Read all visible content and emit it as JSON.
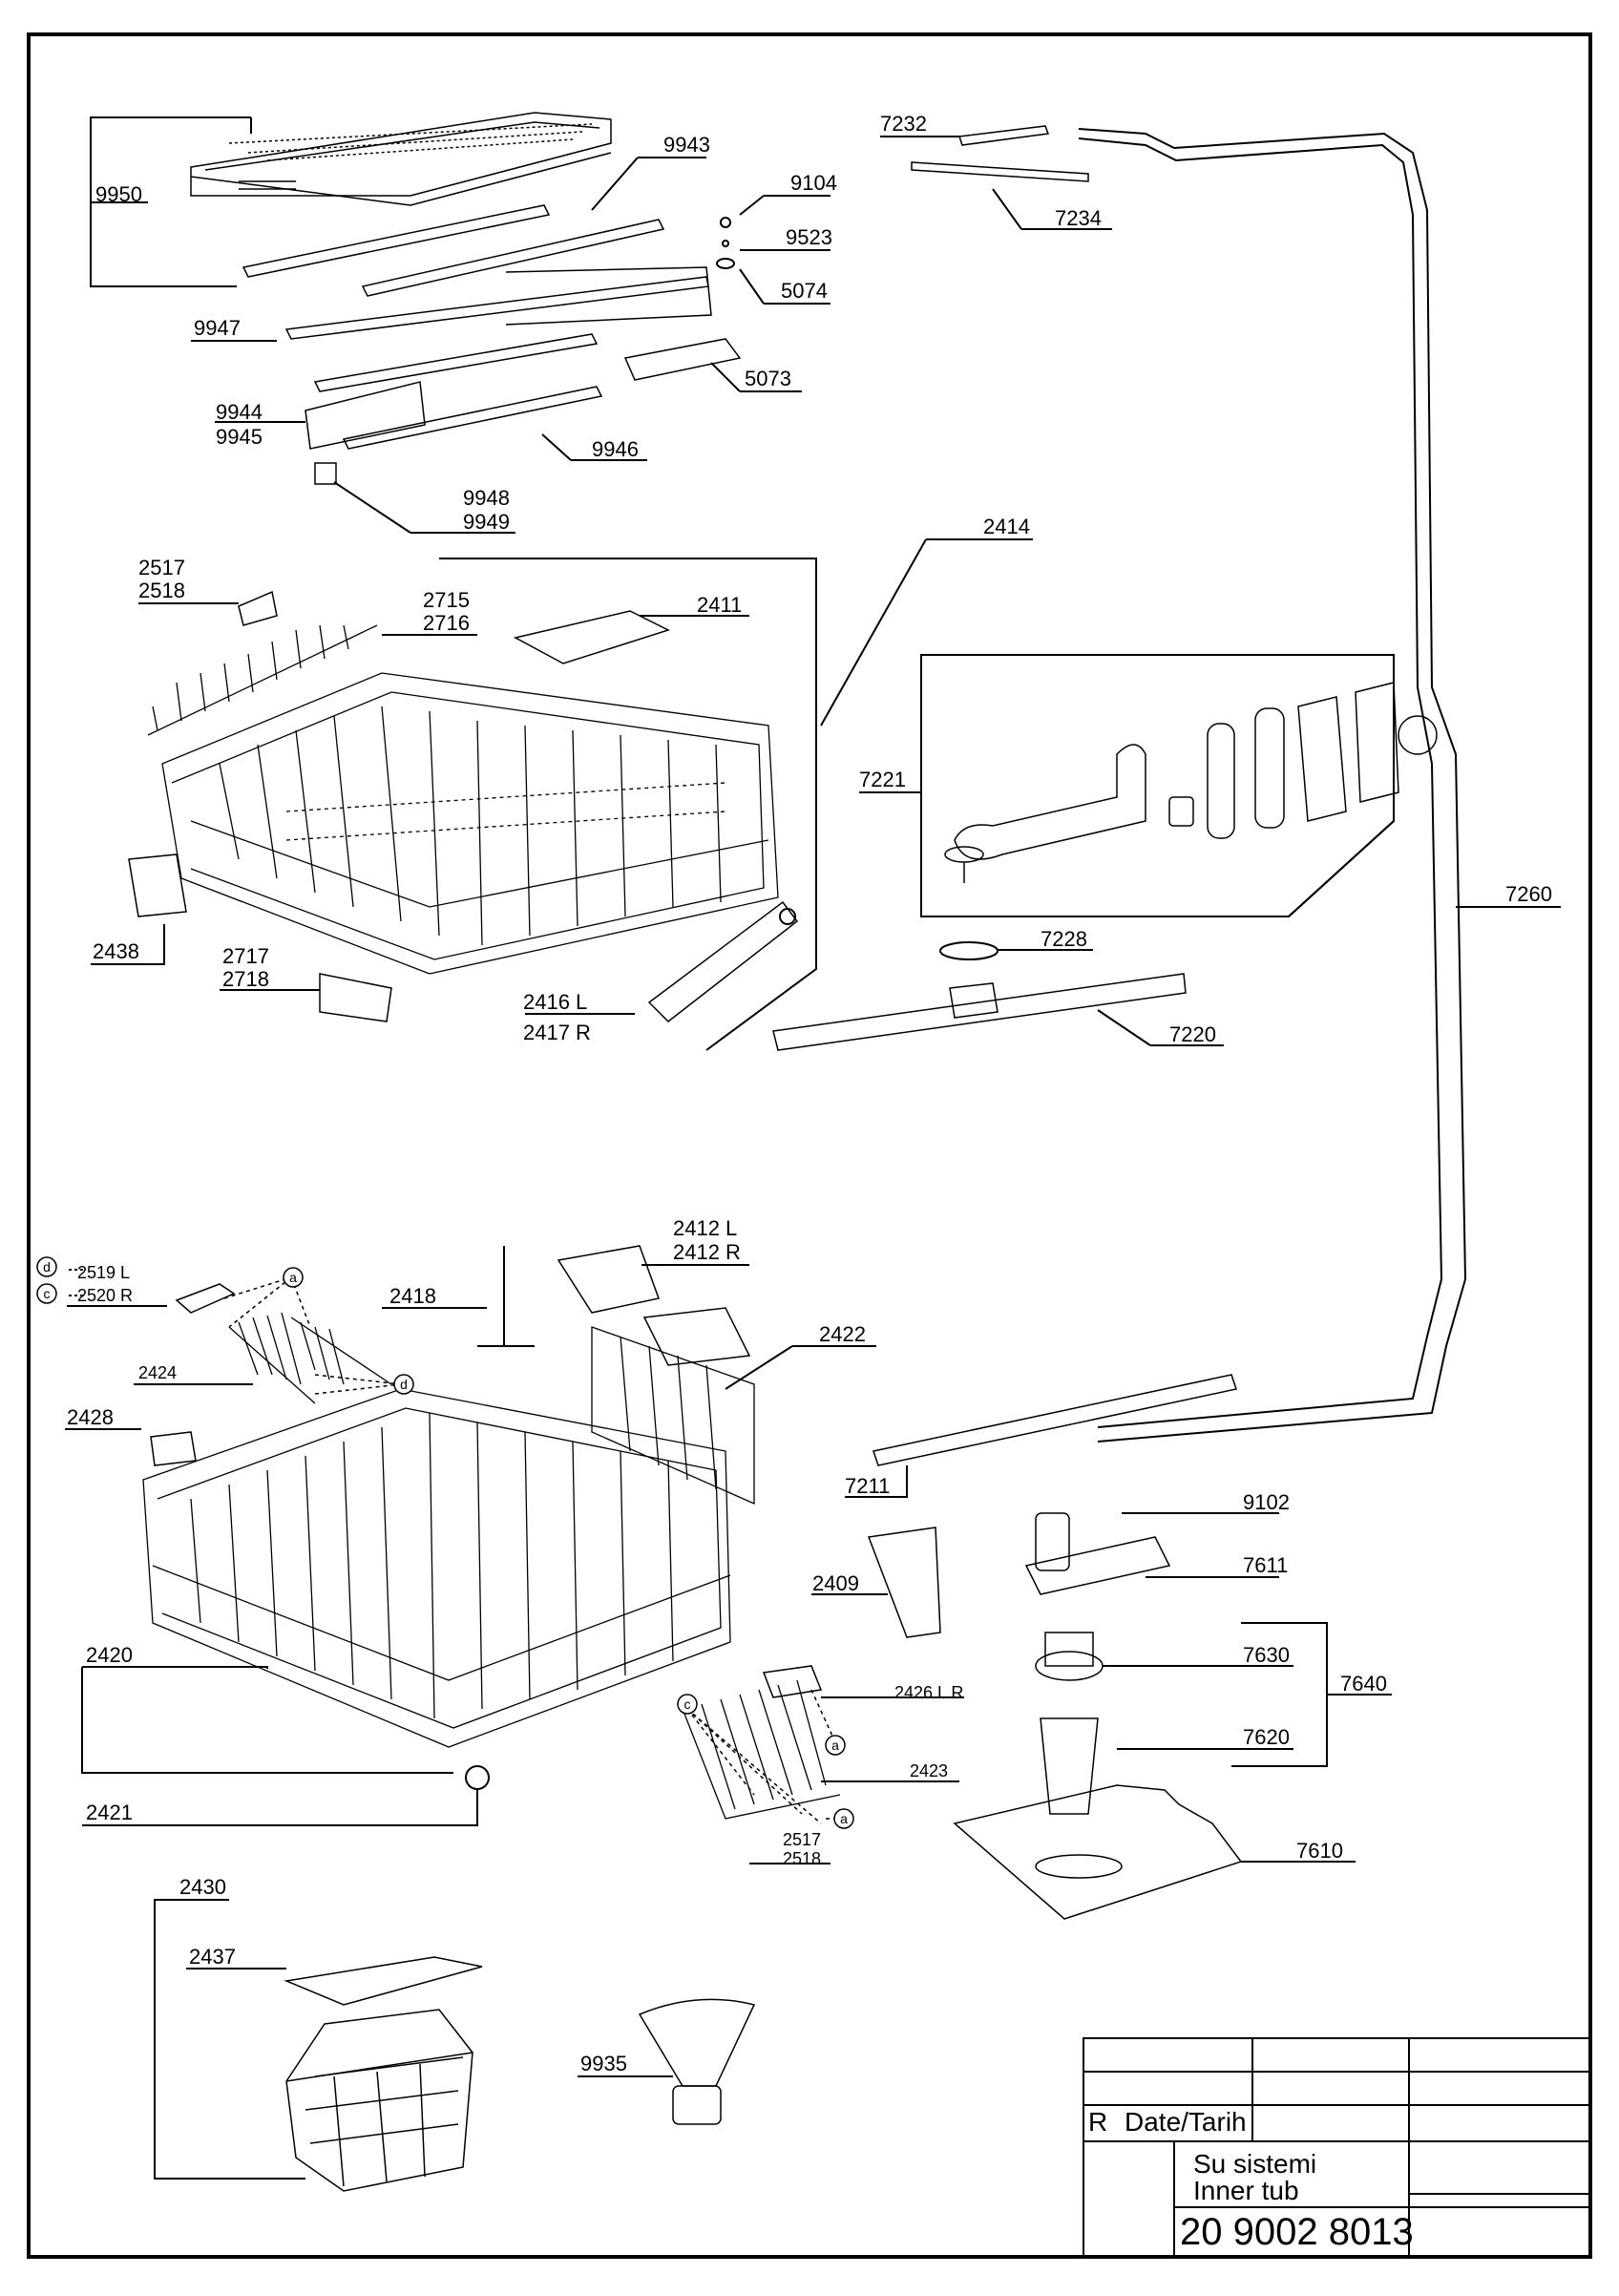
{
  "labels": {
    "p9950": "9950",
    "p9943": "9943",
    "p9104": "9104",
    "p9523": "9523",
    "p5074": "5074",
    "p9947": "9947",
    "p5073": "5073",
    "p9944": "9944",
    "p9945": "9945",
    "p9946": "9946",
    "p9948": "9948",
    "p9949": "9949",
    "p7232": "7232",
    "p7234": "7234",
    "p2414": "2414",
    "p2517a": "2517",
    "p2518a": "2518",
    "p2715": "2715",
    "p2716": "2716",
    "p2411": "2411",
    "p7221": "7221",
    "p7260": "7260",
    "p2438": "2438",
    "p7228": "7228",
    "p2717": "2717",
    "p2718": "2718",
    "p2416": "2416 L",
    "p2417": "2417 R",
    "p7220": "7220",
    "p2412l": "2412 L",
    "p2412r": "2412 R",
    "p2519": "2519 L",
    "p2520": "2520 R",
    "p2418": "2418",
    "p2422": "2422",
    "p2424": "2424",
    "p2428": "2428",
    "p7211": "7211",
    "p9102": "9102",
    "p7611": "7611",
    "p2409": "2409",
    "p2420": "2420",
    "p7630": "7630",
    "p7640": "7640",
    "p2426": "2426 L R",
    "p7620": "7620",
    "p2423": "2423",
    "p2421": "2421",
    "p2517b": "2517",
    "p2518b": "2518",
    "p7610": "7610",
    "p2430": "2430",
    "p2437": "2437",
    "p9935": "9935"
  },
  "markers": {
    "d": "d",
    "c": "c",
    "a": "a"
  },
  "title_block": {
    "rev_label": "R",
    "date_label": "Date/Tarih",
    "title_tr": "Su sistemi",
    "title_en": "Inner tub",
    "drawing_no": "20 9002 8013"
  }
}
